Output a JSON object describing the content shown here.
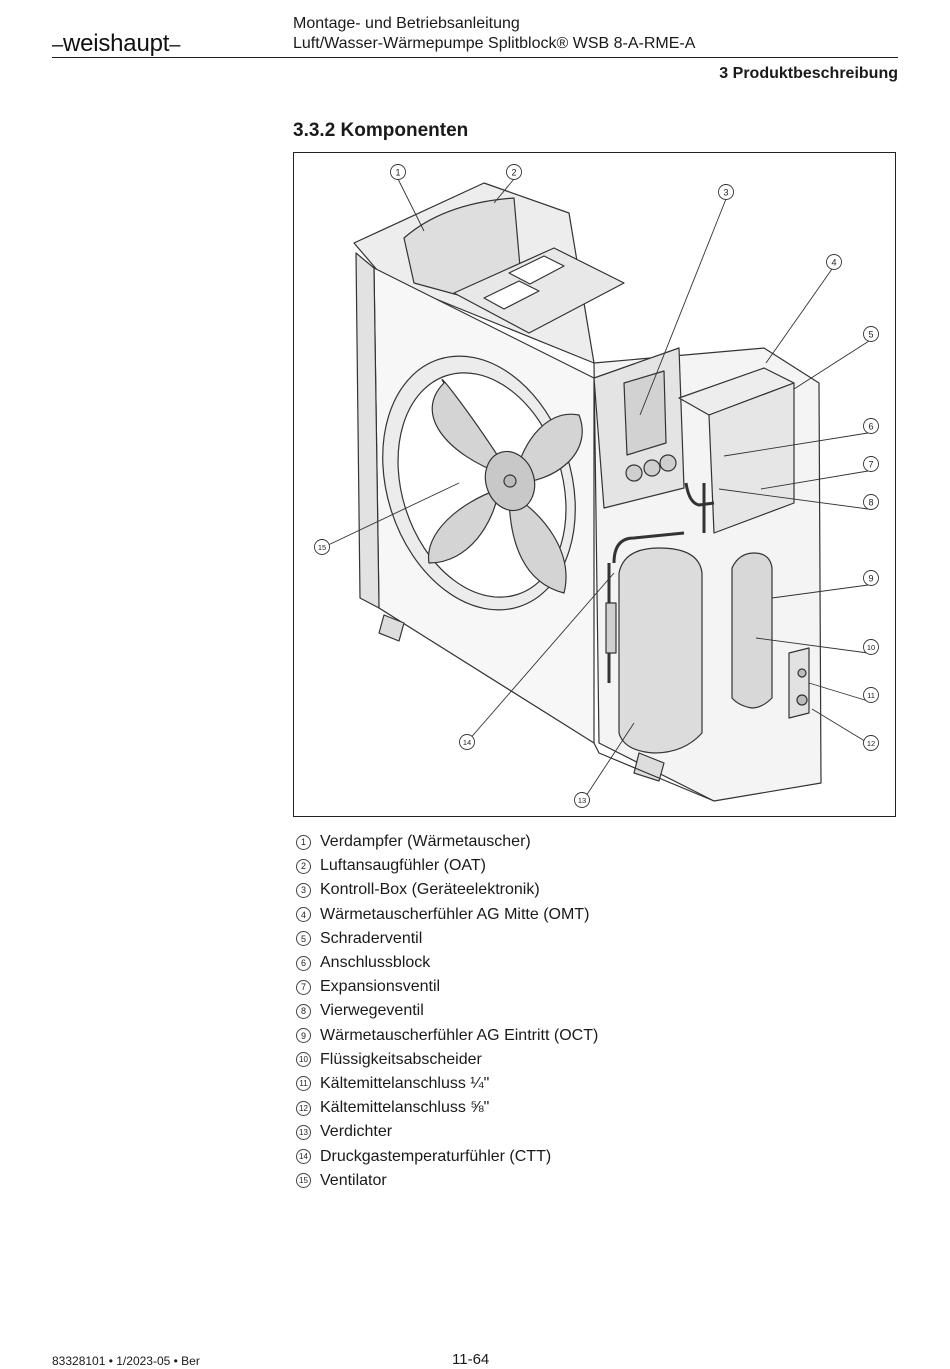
{
  "header": {
    "logo": "weishaupt",
    "title_line1": "Montage- und Betriebsanleitung",
    "title_line2": "Luft/Wasser-Wärmepumpe Splitblock® WSB 8-A-RME-A",
    "chapter": "3 Produktbeschreibung"
  },
  "section": {
    "title": "3.3.2 Komponenten"
  },
  "callouts": [
    "1",
    "2",
    "3",
    "4",
    "5",
    "6",
    "7",
    "8",
    "9",
    "10",
    "11",
    "12",
    "13",
    "14",
    "15"
  ],
  "legend": [
    {
      "num": "1",
      "label": "Verdampfer (Wärmetauscher)"
    },
    {
      "num": "2",
      "label": "Luftansaugfühler (OAT)"
    },
    {
      "num": "3",
      "label": "Kontroll-Box (Geräteelektronik)"
    },
    {
      "num": "4",
      "label": "Wärmetauscherfühler AG Mitte (OMT)"
    },
    {
      "num": "5",
      "label": "Schraderventil"
    },
    {
      "num": "6",
      "label": "Anschlussblock"
    },
    {
      "num": "7",
      "label": "Expansionsventil"
    },
    {
      "num": "8",
      "label": "Vierwegeventil"
    },
    {
      "num": "9",
      "label": "Wärmetauscherfühler AG Eintritt (OCT)"
    },
    {
      "num": "10",
      "label": "Flüssigkeitsabscheider"
    },
    {
      "num": "11",
      "label": "Kältemittelanschluss ¼\""
    },
    {
      "num": "12",
      "label": "Kältemittelanschluss ⅝\""
    },
    {
      "num": "13",
      "label": "Verdichter"
    },
    {
      "num": "14",
      "label": "Druckgastemperaturfühler (CTT)"
    },
    {
      "num": "15",
      "label": "Ventilator"
    }
  ],
  "footer": {
    "doc_code": "83328101 • 1/2023-05 • Ber",
    "page": "11-64"
  }
}
